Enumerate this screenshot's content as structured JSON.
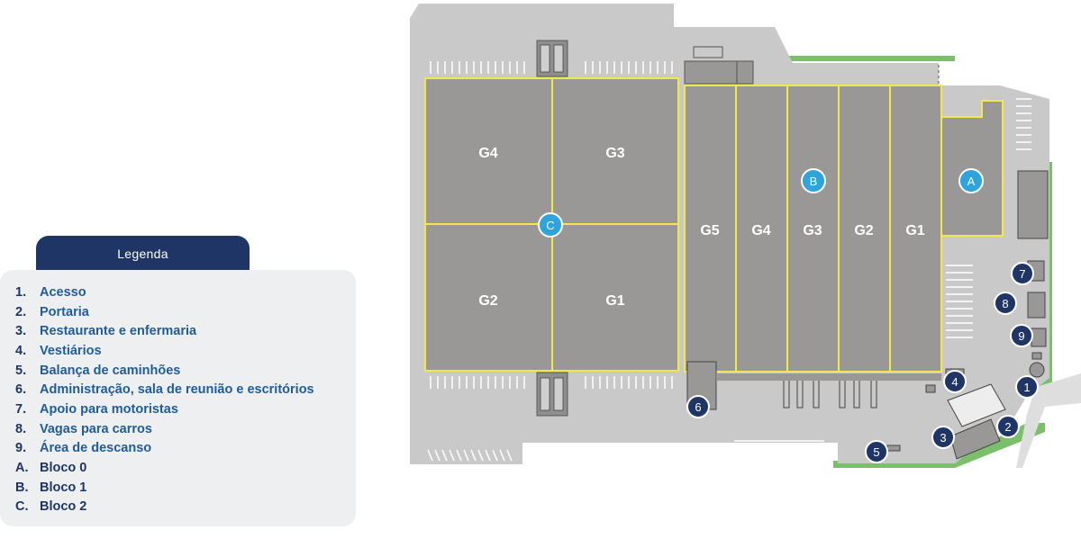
{
  "legend": {
    "title": "Legenda",
    "items": [
      {
        "id": "1.",
        "label": "Acesso"
      },
      {
        "id": "2.",
        "label": "Portaria"
      },
      {
        "id": "3.",
        "label": "Restaurante e enfermaria"
      },
      {
        "id": "4.",
        "label": "Vestiários"
      },
      {
        "id": "5.",
        "label": "Balança de caminhões"
      },
      {
        "id": "6.",
        "label": "Administração, sala de reunião e escritórios"
      },
      {
        "id": "7.",
        "label": "Apoio para motoristas"
      },
      {
        "id": "8.",
        "label": "Vagas para carros"
      },
      {
        "id": "9.",
        "label": "Área de descanso"
      },
      {
        "id": "A.",
        "label": "Bloco 0"
      },
      {
        "id": "B.",
        "label": "Bloco 1"
      },
      {
        "id": "C.",
        "label": "Bloco 2"
      }
    ]
  },
  "map": {
    "bloco2_warehouses": [
      "G4",
      "G3",
      "G2",
      "G1"
    ],
    "bloco1_warehouses": [
      "G5",
      "G4",
      "G3",
      "G2",
      "G1"
    ],
    "block_markers": [
      "A",
      "B",
      "C"
    ],
    "numbered_markers": [
      "1",
      "2",
      "3",
      "4",
      "5",
      "6",
      "7",
      "8",
      "9"
    ],
    "colors": {
      "ground": "#c9c9c9",
      "building": "#9a9797",
      "outline": "#f2e84a",
      "green": "#7bbf6a",
      "marker_navy": "#1f3566",
      "marker_blue": "#2ea3dc"
    }
  }
}
